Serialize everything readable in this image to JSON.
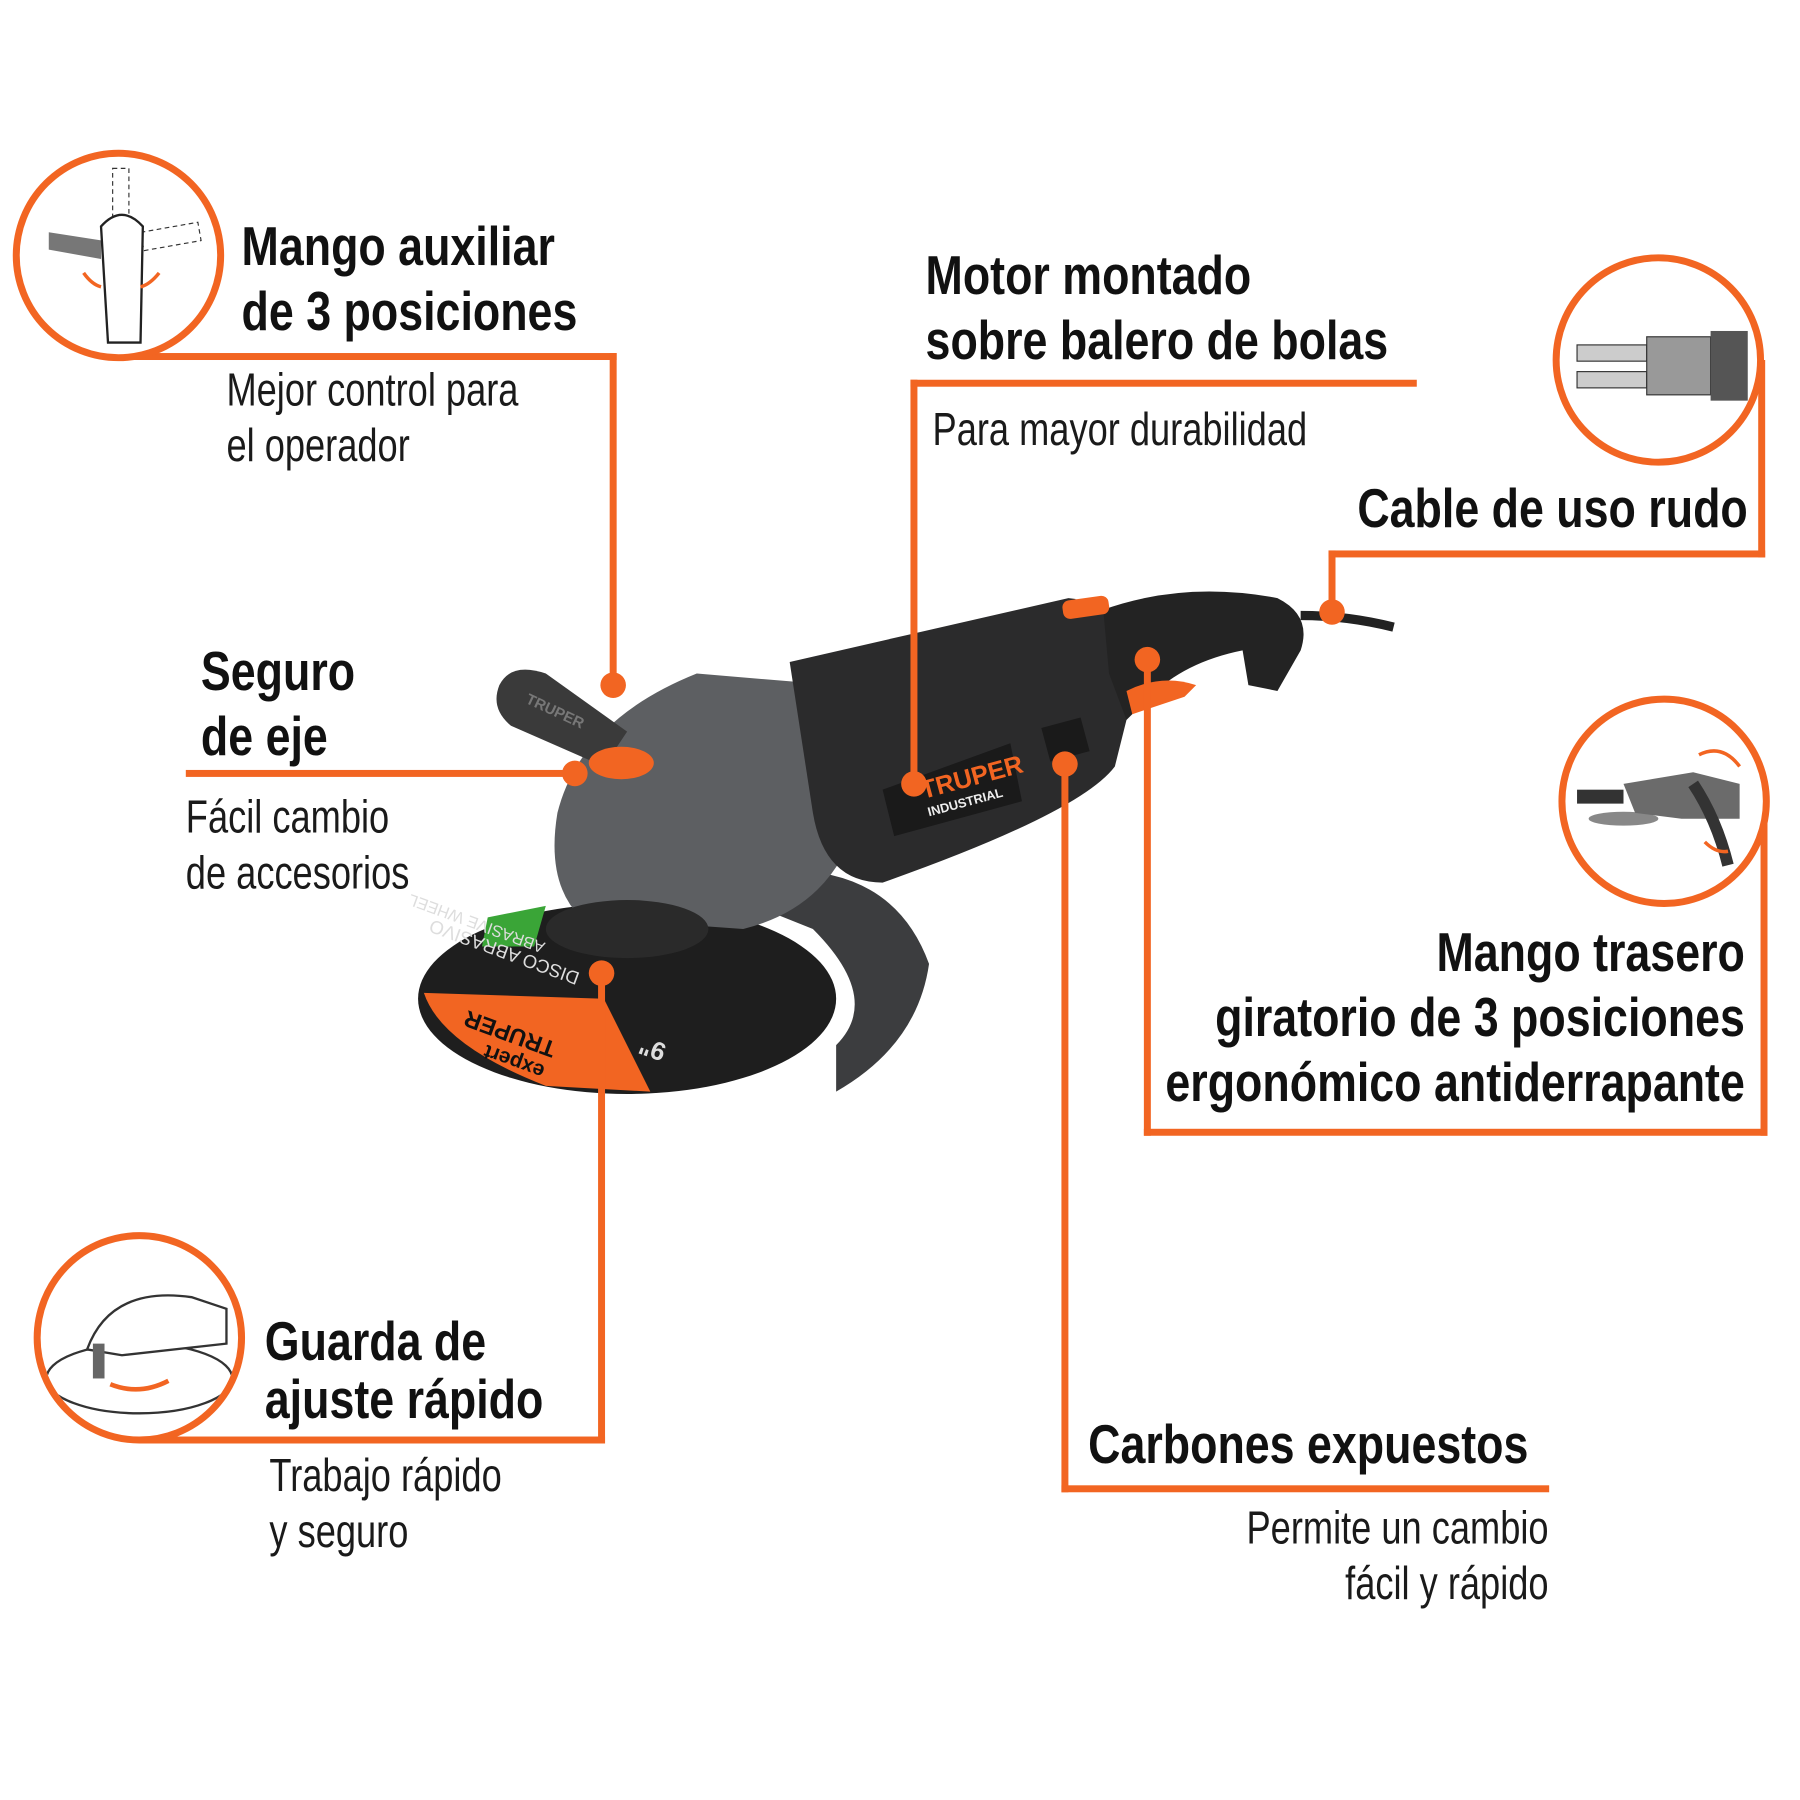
{
  "accent_color": "#F26522",
  "features": {
    "aux_handle": {
      "title": [
        "Mango auxiliar",
        "de 3 posiciones"
      ],
      "subtitle": [
        "Mejor control para",
        "el  operador"
      ],
      "icon": "aux-handle-positions-icon"
    },
    "motor": {
      "title": [
        "Motor montado",
        "sobre balero de bolas"
      ],
      "subtitle": [
        "Para mayor durabilidad"
      ]
    },
    "cable": {
      "title": [
        "Cable de uso rudo"
      ],
      "icon": "heavy-duty-cable-icon"
    },
    "spindle_lock": {
      "title": [
        "Seguro",
        "de eje"
      ],
      "subtitle": [
        "Fácil cambio",
        "de accesorios"
      ]
    },
    "rear_handle": {
      "title": [
        "Mango trasero",
        "giratorio de 3 posiciones",
        "ergonómico antiderrapante"
      ],
      "icon": "rotating-rear-handle-icon"
    },
    "guard": {
      "title": [
        "Guarda de",
        "ajuste rápido"
      ],
      "subtitle": [
        "Trabajo rápido",
        "y seguro"
      ],
      "icon": "quick-guard-icon"
    },
    "brushes": {
      "title": [
        "Carbones expuestos"
      ],
      "subtitle": [
        "Permite un cambio",
        "fácil y rápido"
      ]
    }
  },
  "product_image": {
    "brand": "TRUPER",
    "brand_line": "INDUSTRIAL",
    "disc_brand": "TRUPER",
    "disc_line": "expert",
    "disc_text": "DISCO ABRASIVO",
    "disc_text_en": "ABRASIVE WHEEL",
    "disc_size": "9\"",
    "handle_brand": "TRUPER"
  }
}
